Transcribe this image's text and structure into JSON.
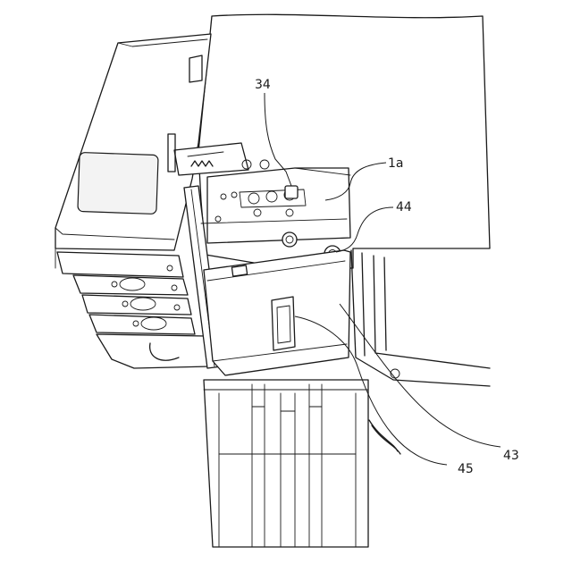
{
  "labels": {
    "ref_34": "34",
    "ref_1a": "1a",
    "ref_44": "44",
    "ref_43": "43",
    "ref_45": "45"
  }
}
